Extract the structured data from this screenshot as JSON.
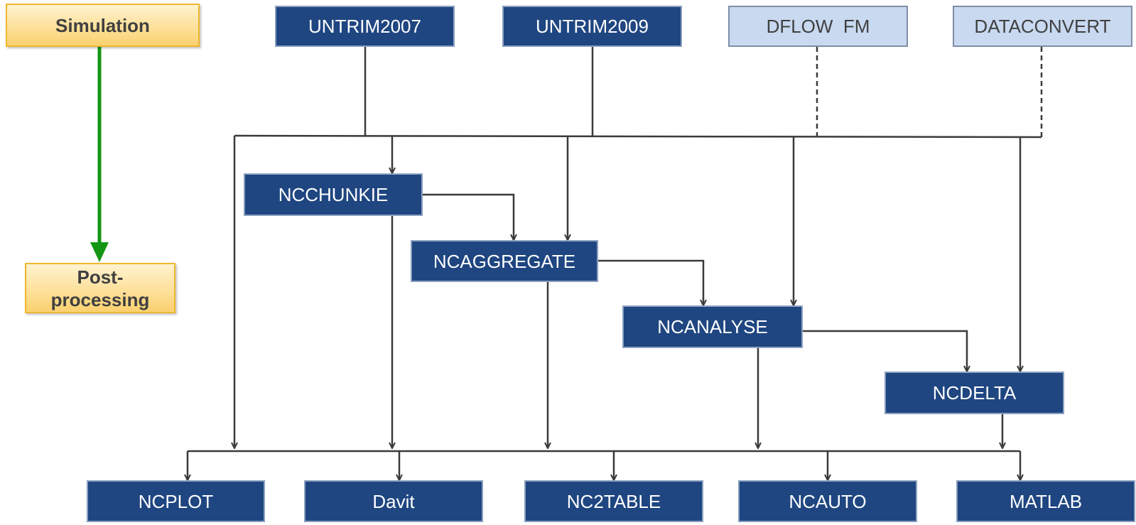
{
  "legend": {
    "start_label": "Simulation",
    "end_label": "Post-\nprocessing",
    "arrow_color": "#149614"
  },
  "colors": {
    "dark_box": "#1f4681",
    "light_box": "#c8d9f0",
    "orange_box": "#fbd16f",
    "line": "#3a3a3a"
  },
  "simulators": {
    "untrim2007": "UNTRIM2007",
    "untrim2009": "UNTRIM2009",
    "dflow": "DFLOW  FM",
    "dataconvert": "DATACONVERT"
  },
  "processors": {
    "ncchunkie": "NCCHUNKIE",
    "ncaggregate": "NCAGGREGATE",
    "ncanalyse": "NCANALYSE",
    "ncdelta": "NCDELTA"
  },
  "outputs": {
    "ncplot": "NCPLOT",
    "davit": "Davit",
    "nc2table": "NC2TABLE",
    "ncauto": "NCAUTO",
    "matlab": "MATLAB"
  }
}
